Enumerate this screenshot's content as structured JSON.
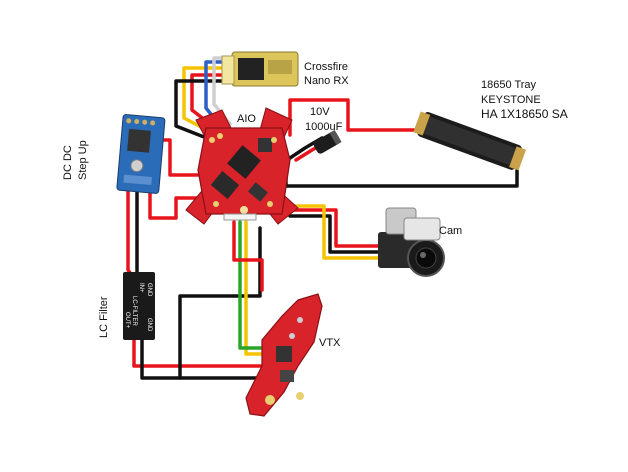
{
  "labels": {
    "crossfire_line1": "Crossfire",
    "crossfire_line2": "Nano RX",
    "aio": "AIO",
    "cap_line1": "10V",
    "cap_line2": "1000uF",
    "tray_line1": "18650 Tray",
    "tray_line2": "KEYSTONE",
    "tray_line3": "HA 1X18650 SA",
    "dcdc_line1": "DC DC",
    "dcdc_line2": "Step Up",
    "lc_filter": "LC Filter",
    "cam": "Cam",
    "vtx": "VTX",
    "lc_pin_gnd_top": "GND",
    "lc_pin_in": "IN+",
    "lc_pin_out": "OUT+",
    "lc_pin_gnd_bottom": "GND",
    "lc_module_text": "LC-FILTER"
  },
  "wire_colors": {
    "red": "#e8141b",
    "black": "#111111",
    "yellow": "#f5c400",
    "green": "#2aa52a",
    "blue": "#2d5fc8",
    "white": "#d8d8d8",
    "pcb_red": "#d8232a",
    "pcb_blue": "#2b6cb8"
  }
}
